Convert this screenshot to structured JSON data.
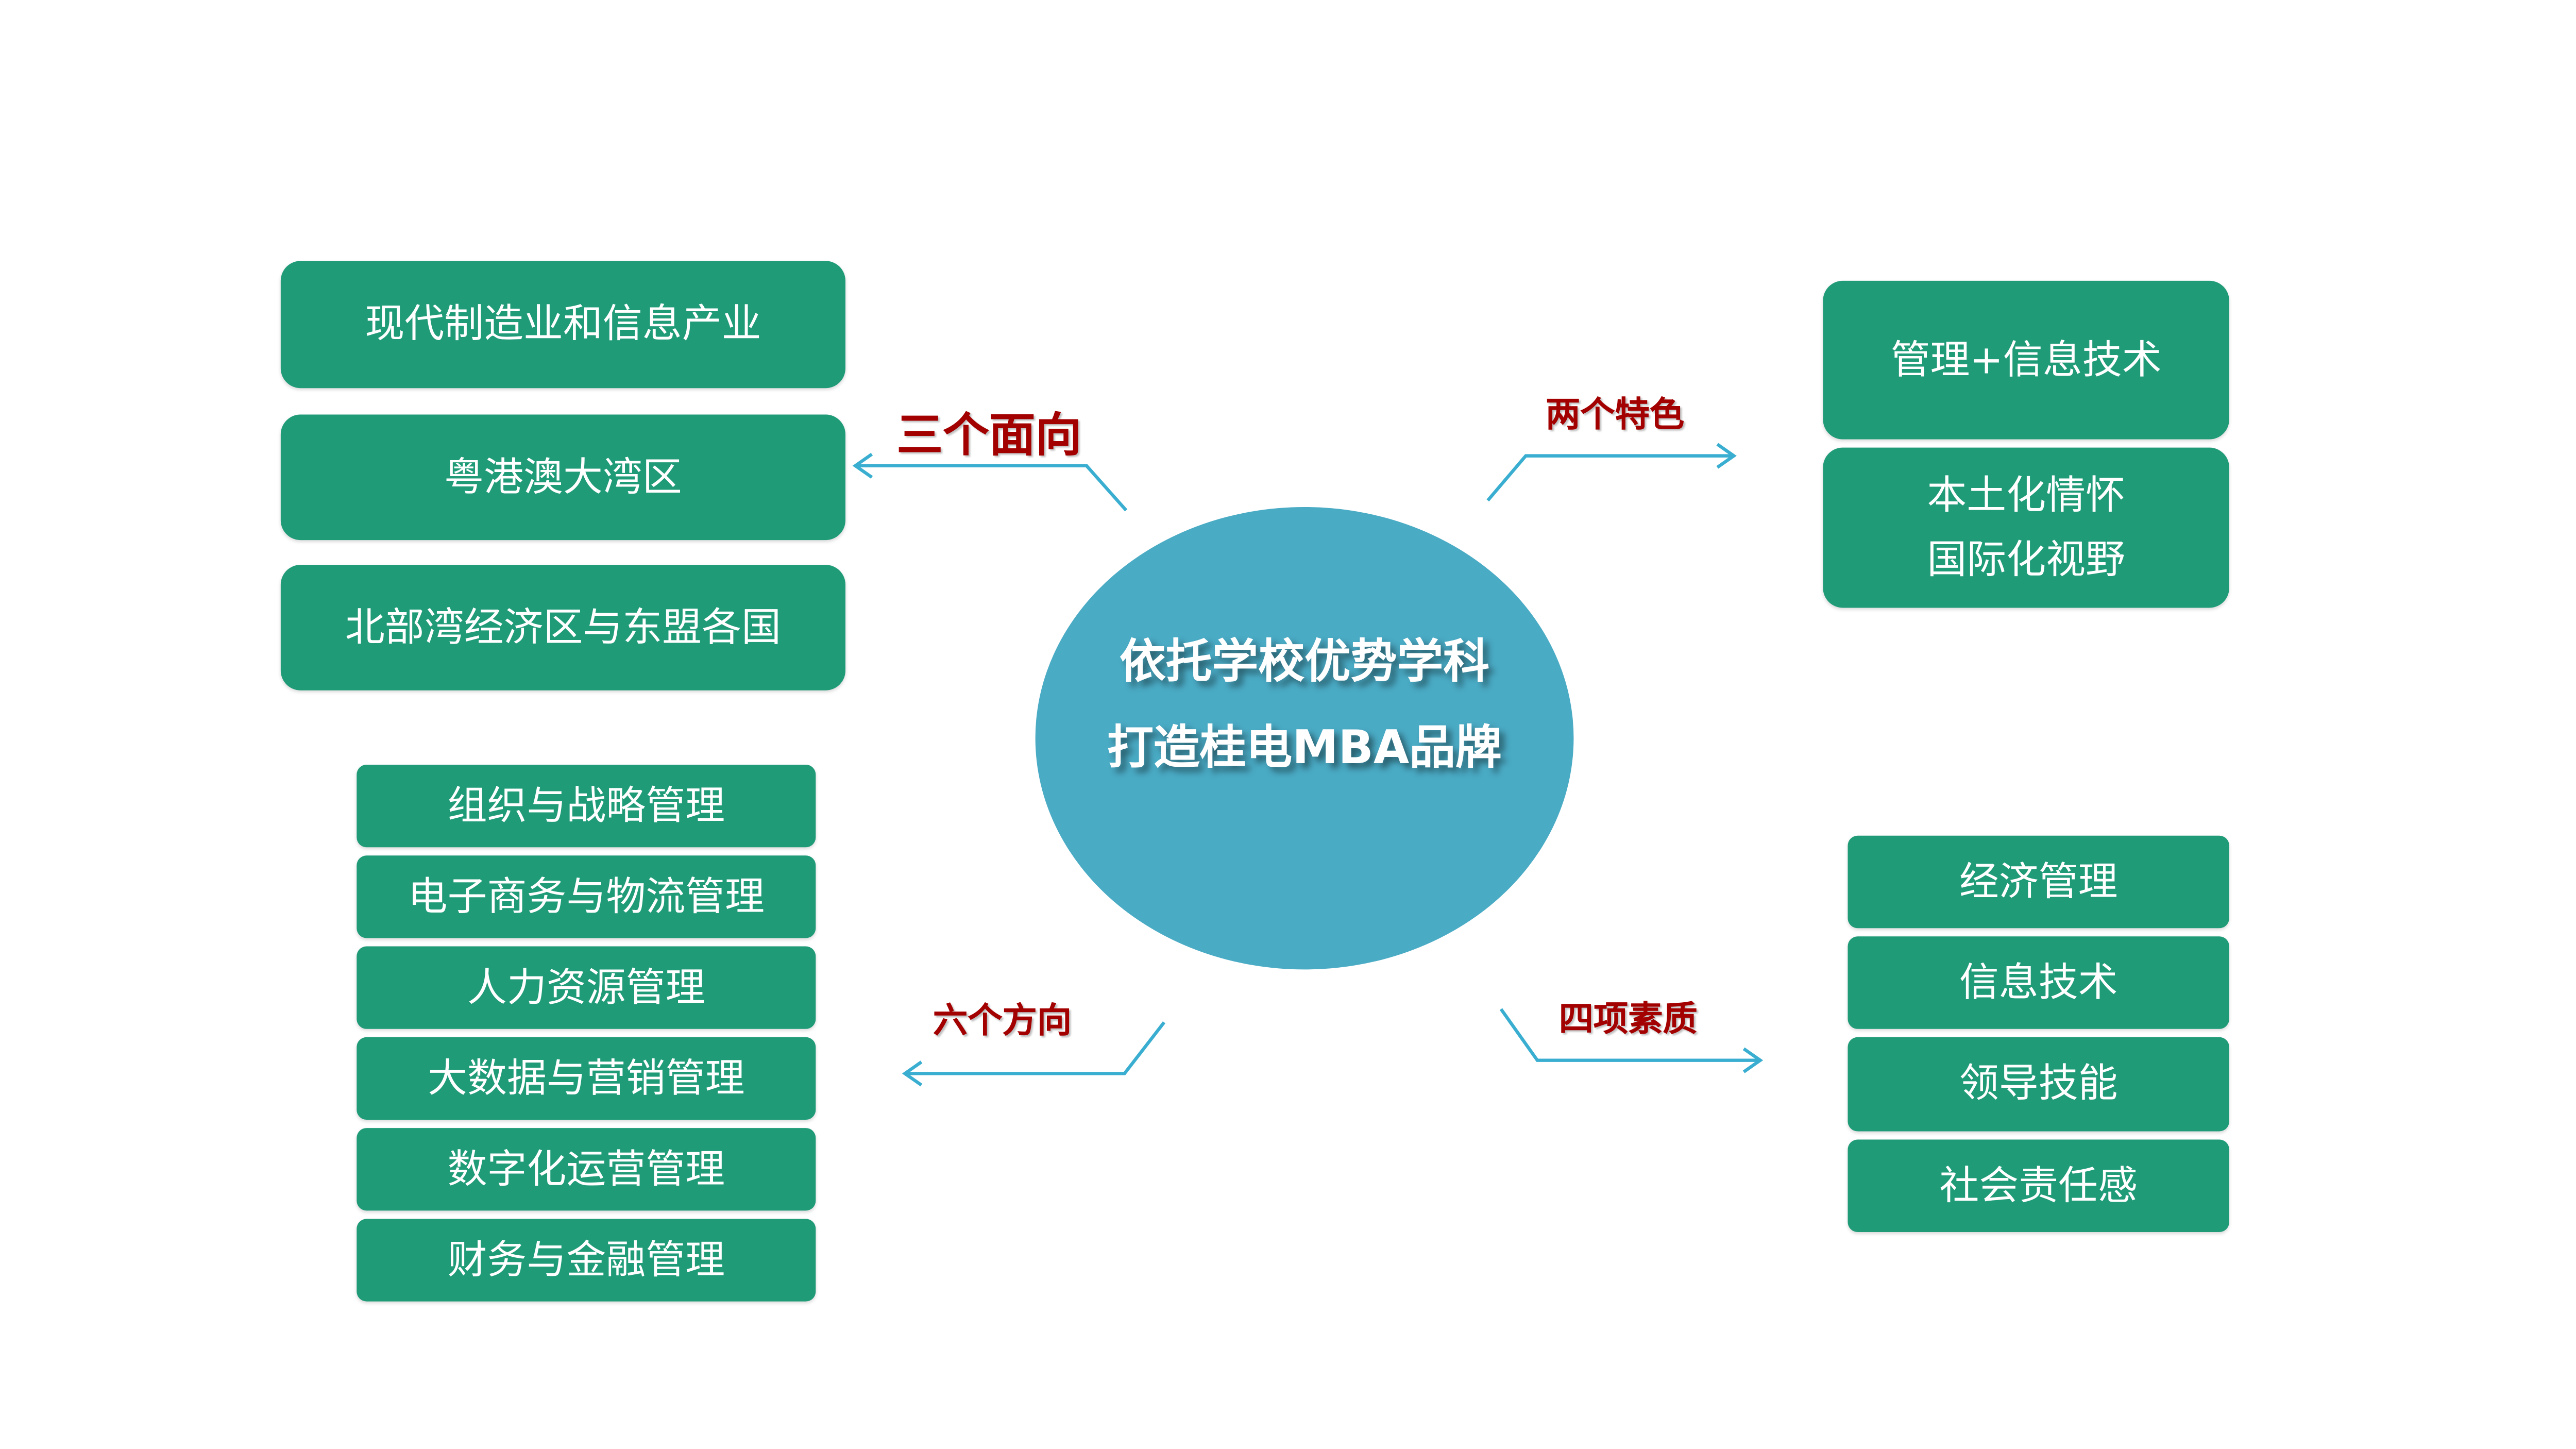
{
  "center": {
    "line1": "依托学校优势学科",
    "line2": "打造桂电MBA品牌"
  },
  "branches": {
    "three_orientations": {
      "label": "三个面向",
      "items": [
        "现代制造业和信息产业",
        "粤港澳大湾区",
        "北部湾经济区与东盟各国"
      ]
    },
    "two_features": {
      "label": "两个特色",
      "items": [
        "管理+信息技术",
        "本土化情怀",
        "国际化视野"
      ]
    },
    "six_directions": {
      "label": "六个方向",
      "items": [
        "组织与战略管理",
        "电子商务与物流管理",
        "人力资源管理",
        "大数据与营销管理",
        "数字化运营管理",
        "财务与金融管理"
      ]
    },
    "four_qualities": {
      "label": "四项素质",
      "items": [
        "经济管理",
        "信息技术",
        "领导技能",
        "社会责任感"
      ]
    }
  },
  "colors": {
    "box": "#1f9b78",
    "center": "#4aabc5",
    "arrow": "#3aaed0",
    "label": "#a30000"
  }
}
